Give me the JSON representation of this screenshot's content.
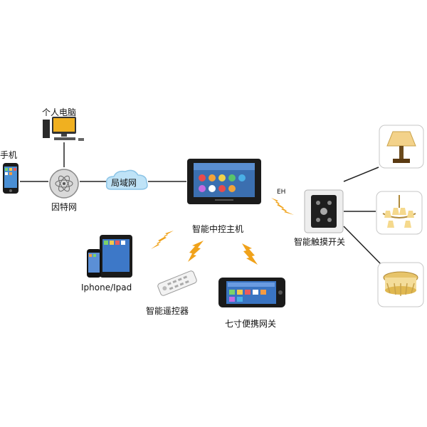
{
  "nodes": {
    "pc": "个人电脑",
    "phone": "手机",
    "internet": "因特网",
    "lan": "局域网",
    "controller": "智能中控主机",
    "touch_switch": "智能触摸开关",
    "iphone_ipad": "Iphone/Ipad",
    "remote": "智能遥控器",
    "gateway": "七寸便携网关"
  },
  "signal_tag": "EH",
  "colors": {
    "wire": "#222222",
    "signal": "#f0a21a",
    "lan_cloud": "#bfe3f7"
  },
  "icons": [
    "pc-icon",
    "phone-icon",
    "globe-icon",
    "cloud-icon",
    "tablet-icon",
    "remote-icon",
    "touch-switch-icon",
    "table-lamp-icon",
    "chandelier-icon",
    "ceiling-lamp-icon"
  ]
}
